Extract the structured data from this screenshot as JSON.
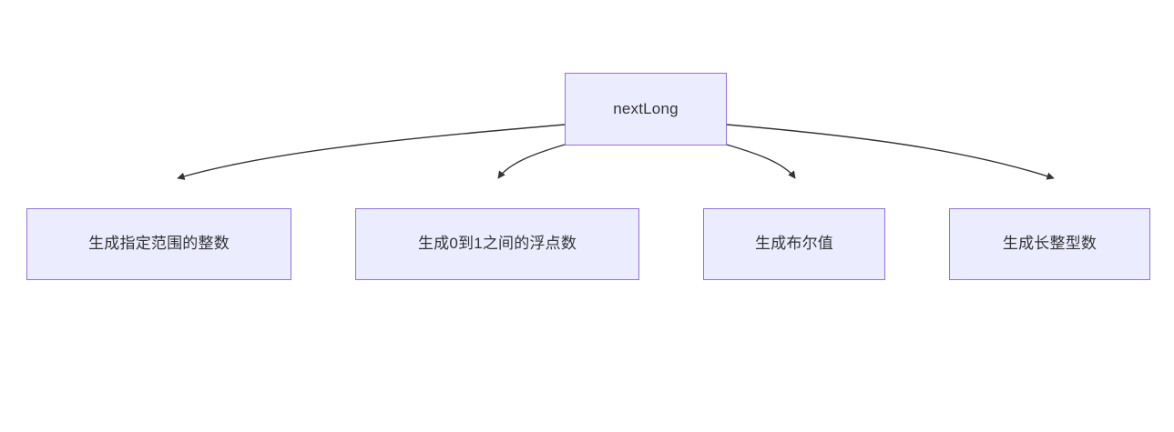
{
  "diagram": {
    "type": "flowchart",
    "direction": "top-down",
    "title_node": "nextLong",
    "theme": {
      "node_fill": "#ececff",
      "node_border": "#9370db",
      "text_color": "#333333",
      "edge_color": "#333333",
      "background": "#ffffff"
    },
    "root": {
      "id": "root",
      "label": "nextLong"
    },
    "leaves": [
      {
        "id": "leaf-0",
        "label": "生成指定范围的整数"
      },
      {
        "id": "leaf-1",
        "label": "生成0到1之间的浮点数"
      },
      {
        "id": "leaf-2",
        "label": "生成布尔值"
      },
      {
        "id": "leaf-3",
        "label": "生成长整型数"
      }
    ],
    "edges": [
      {
        "from": "root",
        "to": "leaf-0",
        "label": ""
      },
      {
        "from": "root",
        "to": "leaf-1",
        "label": ""
      },
      {
        "from": "root",
        "to": "leaf-2",
        "label": ""
      },
      {
        "from": "root",
        "to": "leaf-3",
        "label": ""
      }
    ]
  }
}
